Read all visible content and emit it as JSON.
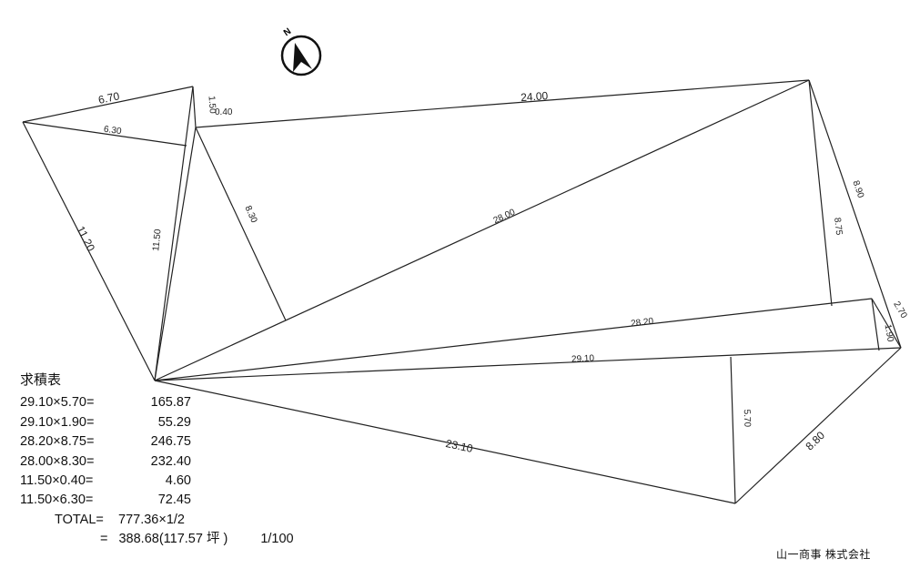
{
  "north": {
    "label": "N",
    "icon": "north-arrow-icon"
  },
  "dimensions": [
    {
      "text": "6.70"
    },
    {
      "text": "6.30"
    },
    {
      "text": "1.50"
    },
    {
      "text": "0.40"
    },
    {
      "text": "24.00"
    },
    {
      "text": "11.20"
    },
    {
      "text": "11.50"
    },
    {
      "text": "8.30"
    },
    {
      "text": "28.00"
    },
    {
      "text": "8.75"
    },
    {
      "text": "8.90"
    },
    {
      "text": "28.20"
    },
    {
      "text": "2.70"
    },
    {
      "text": "1.90"
    },
    {
      "text": "29.10"
    },
    {
      "text": "5.70"
    },
    {
      "text": "23.10"
    },
    {
      "text": "8.80"
    }
  ],
  "calc": {
    "title": "求積表",
    "rows": [
      {
        "expr": "29.10×5.70=",
        "value": "165.87"
      },
      {
        "expr": "29.10×1.90=",
        "value": "55.29"
      },
      {
        "expr": "28.20×8.75=",
        "value": "246.75"
      },
      {
        "expr": "28.00×8.30=",
        "value": "232.40"
      },
      {
        "expr": "11.50×0.40=",
        "value": "4.60"
      },
      {
        "expr": "11.50×6.30=",
        "value": "72.45"
      }
    ],
    "total_label": "TOTAL=",
    "total_value": "777.36×1/2",
    "final_prefix": "=",
    "final_value": "388.68(117.57 坪 )",
    "scale": "1/100"
  },
  "company": "山一商事 株式会社"
}
